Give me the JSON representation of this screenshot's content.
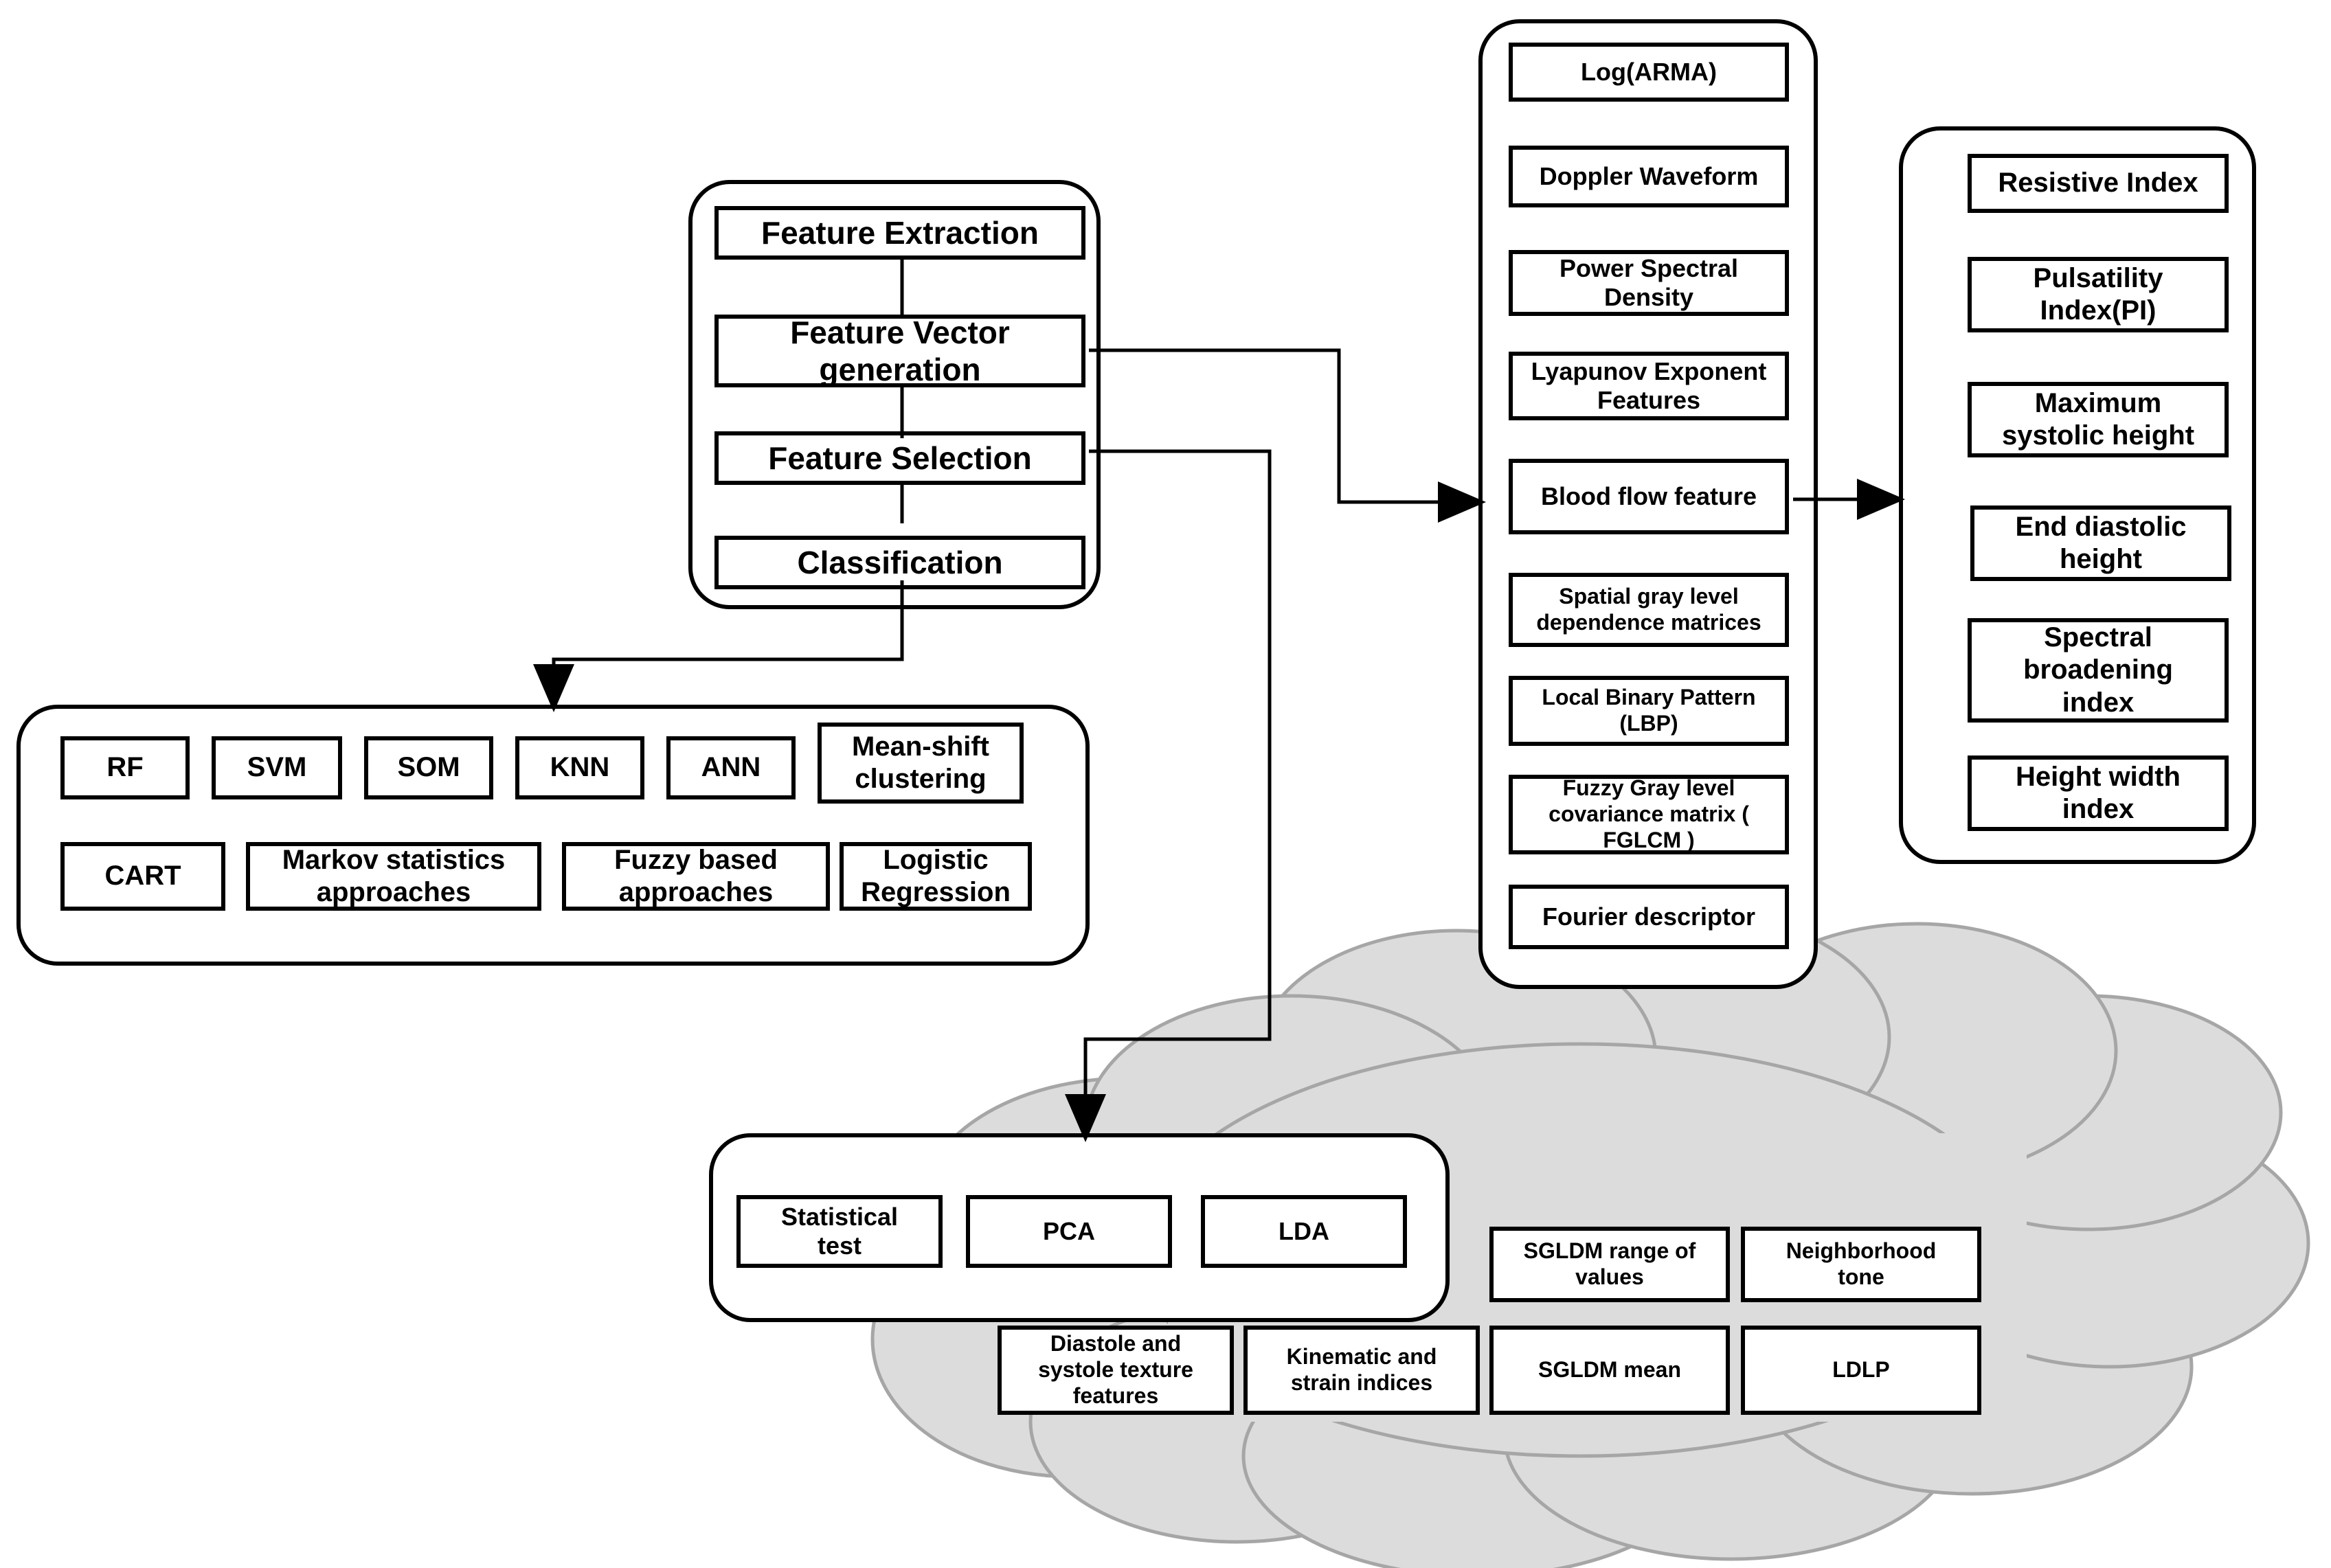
{
  "colors": {
    "stroke": "#000000",
    "cloud_fill": "#DCDCDC",
    "cloud_stroke": "#A6A6A6",
    "panel_fill": "#FFFFFF"
  },
  "pipeline_panel": {
    "name": "pipeline",
    "steps": [
      {
        "label": "Feature Extraction"
      },
      {
        "label": "Feature Vector\ngeneration"
      },
      {
        "label": "Feature Selection"
      },
      {
        "label": "Classification"
      }
    ]
  },
  "classifiers_panel": {
    "name": "classifiers",
    "row1": [
      {
        "label": "RF"
      },
      {
        "label": "SVM"
      },
      {
        "label": "SOM"
      },
      {
        "label": "KNN"
      },
      {
        "label": "ANN"
      },
      {
        "label": "Mean-shift\nclustering"
      }
    ],
    "row2": [
      {
        "label": "CART"
      },
      {
        "label": "Markov statistics\napproaches"
      },
      {
        "label": "Fuzzy based\napproaches"
      },
      {
        "label": "Logistic\nRegression"
      }
    ]
  },
  "features_panel": {
    "name": "extracted-features",
    "items": [
      {
        "label": "Log(ARMA)"
      },
      {
        "label": "Doppler Waveform"
      },
      {
        "label": "Power Spectral\nDensity"
      },
      {
        "label": "Lyapunov Exponent\nFeatures"
      },
      {
        "label": "Blood flow feature"
      },
      {
        "label": "Spatial gray level\ndependence matrices"
      },
      {
        "label": "Local Binary Pattern\n(LBP)"
      },
      {
        "label": "Fuzzy Gray level\ncovariance matrix (\nFGLCM )"
      },
      {
        "label": "Fourier descriptor"
      }
    ]
  },
  "blood_flow_panel": {
    "name": "blood-flow-indices",
    "items": [
      {
        "label": "Resistive Index"
      },
      {
        "label": "Pulsatility\nIndex(PI)"
      },
      {
        "label": "Maximum\nsystolic height"
      },
      {
        "label": "End diastolic\nheight"
      },
      {
        "label": "Spectral\nbroadening\nindex"
      },
      {
        "label": "Height width\nindex"
      }
    ]
  },
  "selection_panel": {
    "name": "feature-selection-methods",
    "items": [
      {
        "label": "Statistical\ntest"
      },
      {
        "label": "PCA"
      },
      {
        "label": "LDA"
      }
    ]
  },
  "cloud_items": {
    "name": "cloud-features",
    "row1": [
      {
        "label": "SGLDM range of\nvalues"
      },
      {
        "label": "Neighborhood\ntone"
      }
    ],
    "row2": [
      {
        "label": "Diastole and\nsystole texture\nfeatures"
      },
      {
        "label": "Kinematic and\nstrain indices"
      },
      {
        "label": "SGLDM mean"
      },
      {
        "label": "LDLP"
      }
    ]
  }
}
